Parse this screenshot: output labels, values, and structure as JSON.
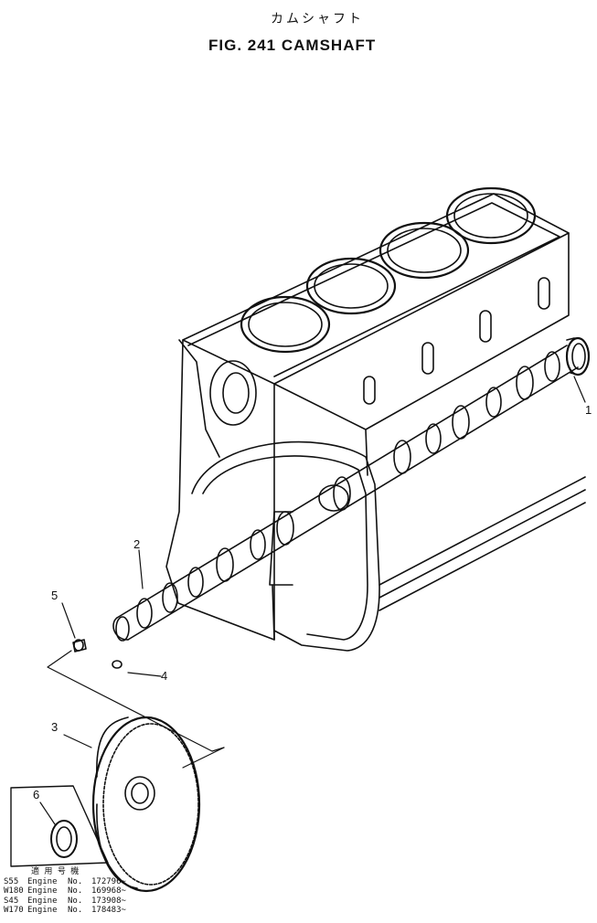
{
  "header": {
    "title_jp": "カムシャフト",
    "title": "FIG. 241  CAMSHAFT"
  },
  "callouts": [
    "1",
    "2",
    "3",
    "4",
    "5",
    "6"
  ],
  "applicability": {
    "heading": "適 用 号 機",
    "rows": [
      {
        "model": "S55",
        "label": "Engine",
        "no": "No.",
        "serial": "172796~"
      },
      {
        "model": "W180",
        "label": "Engine",
        "no": "No.",
        "serial": "169968~"
      },
      {
        "model": "S45",
        "label": "Engine",
        "no": "No.",
        "serial": "173908~"
      },
      {
        "model": "W170",
        "label": "Engine",
        "no": "No.",
        "serial": "178483~"
      }
    ]
  },
  "colors": {
    "ink": "#111111",
    "paper": "#ffffff"
  }
}
